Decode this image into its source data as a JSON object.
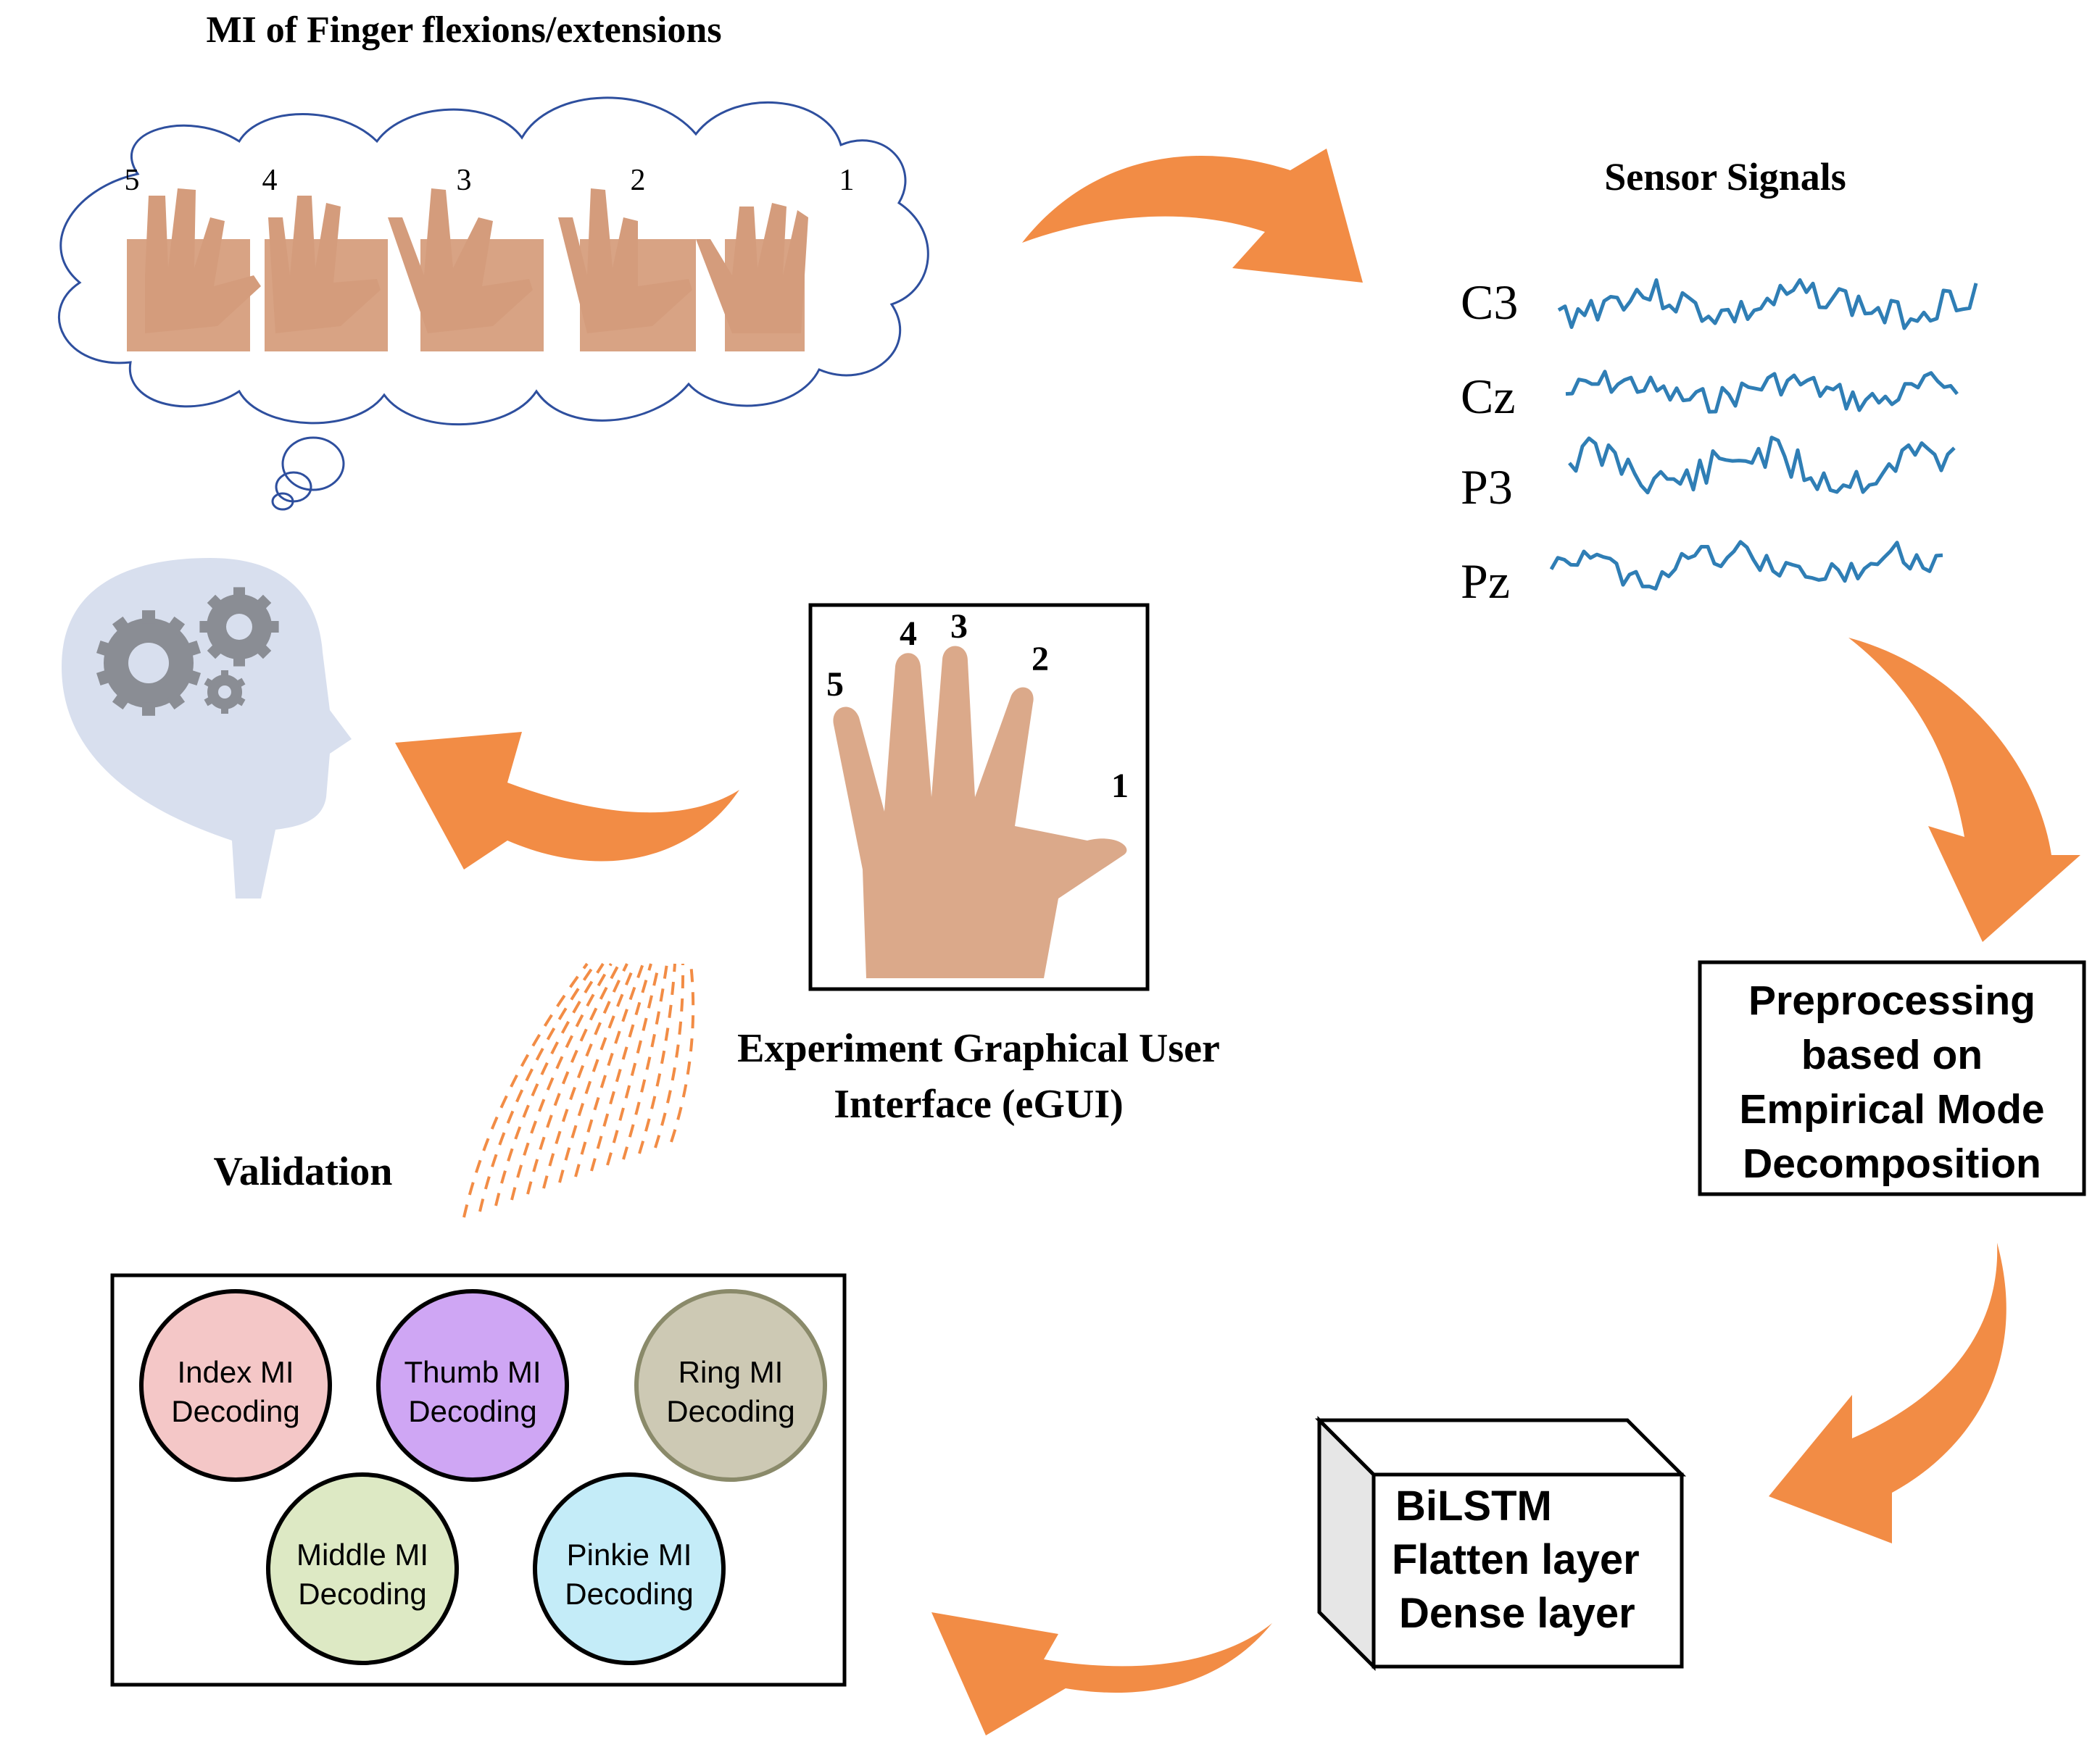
{
  "title_mi": "MI of Finger flexions/extensions",
  "mi_finger_numbers": [
    "5",
    "4",
    "3",
    "2",
    "1"
  ],
  "sensor": {
    "title": "Sensor Signals",
    "channels": [
      "C3",
      "Cz",
      "P3",
      "Pz"
    ],
    "color": "#2f7eb5"
  },
  "egui": {
    "caption_line1": "Experiment Graphical User",
    "caption_line2": "Interface (eGUI)",
    "finger_numbers": [
      "5",
      "4",
      "3",
      "2",
      "1"
    ]
  },
  "validation_label": "Validation",
  "preprocessing": [
    "Preprocessing",
    "based on",
    "Empirical Mode",
    "Decomposition"
  ],
  "model": [
    "BiLSTM",
    "Flatten layer",
    "Dense layer"
  ],
  "decoding": [
    {
      "line1": "Index MI",
      "line2": "Decoding",
      "color": "#f4c7c7"
    },
    {
      "line1": "Thumb MI",
      "line2": "Decoding",
      "color": "#cfa6f4"
    },
    {
      "line1": "Ring MI",
      "line2": "Decoding",
      "color": "#cdc9b4"
    },
    {
      "line1": "Middle MI",
      "line2": "Decoding",
      "color": "#dde9c4"
    },
    {
      "line1": "Pinkie MI",
      "line2": "Decoding",
      "color": "#c4ecf8"
    }
  ],
  "colors": {
    "arrow": "#f28c45",
    "cloud": "#2e4f9e",
    "head": "#d8dfee",
    "gear": "#8a8d94",
    "skin": "#dba98a"
  }
}
